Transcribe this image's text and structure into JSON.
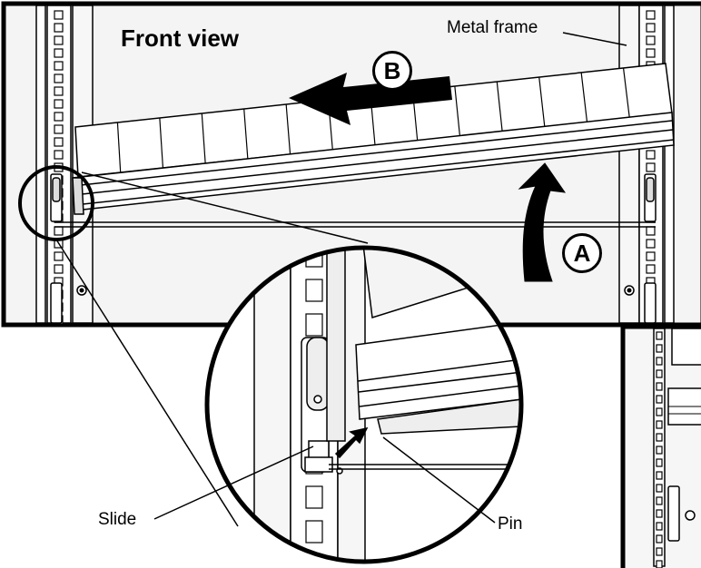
{
  "labels": {
    "title": "Front view",
    "metal_frame": "Metal frame",
    "slide": "Slide",
    "pin": "Pin"
  },
  "steps": {
    "a": "A",
    "b": "B"
  },
  "colors": {
    "line": "#000000",
    "fill": "#ffffff",
    "panel": "#f2f2f2",
    "frame": "#e6e6e6"
  }
}
